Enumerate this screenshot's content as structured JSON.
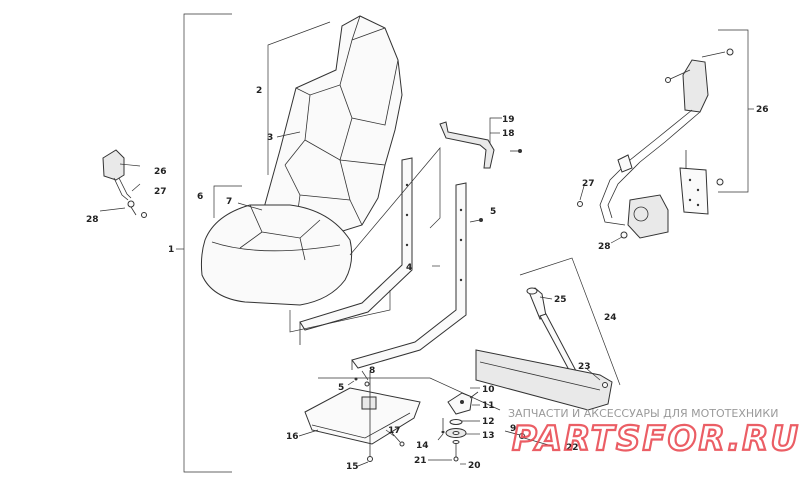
{
  "callouts": {
    "c1": "1",
    "c2": "2",
    "c3": "3",
    "c4": "4",
    "c5a": "5",
    "c5b": "5",
    "c6": "6",
    "c7": "7",
    "c8": "8",
    "c9": "9",
    "c10": "10",
    "c11": "11",
    "c12": "12",
    "c13": "13",
    "c14": "14",
    "c15": "15",
    "c16": "16",
    "c17": "17",
    "c18": "18",
    "c19": "19",
    "c20": "20",
    "c21": "21",
    "c22": "22",
    "c23": "23",
    "c24": "24",
    "c25": "25",
    "c26a": "26",
    "c26b": "26",
    "c27a": "27",
    "c27b": "27",
    "c28a": "28",
    "c28b": "28"
  },
  "watermark": {
    "caption": "ЗАПЧАСТИ И АКСЕССУАРЫ ДЛЯ МОТОТЕХНИКИ",
    "brand": "PARTSFOR.RU"
  },
  "colors": {
    "line": "#333333",
    "watermark_red": "#e8434b",
    "watermark_gray": "#9a9a9a"
  }
}
